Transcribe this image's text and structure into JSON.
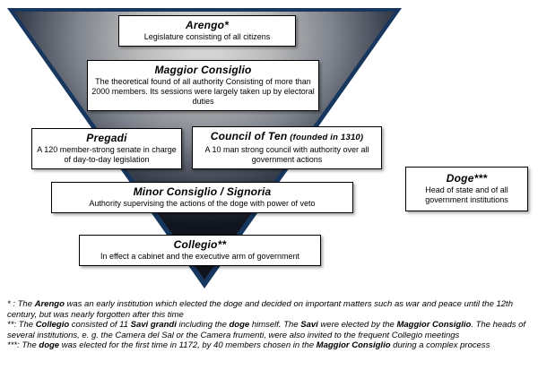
{
  "diagram": {
    "colors": {
      "triangle_edge": "#17375e",
      "triangle_light": "#e0e0e0",
      "triangle_dark": "#10151f",
      "box_border": "#000000",
      "box_background": "#ffffff"
    },
    "boxes": {
      "arengo": {
        "title": "Arengo*",
        "body": "Legislature consisting of all citizens"
      },
      "maggior_consiglio": {
        "title": "Maggior Consiglio",
        "body": "The theoretical found of all authority Consisting of more than 2000 members. Its sessions were largely taken up by electoral duties"
      },
      "pregadi": {
        "title": "Pregadi",
        "body": "A 120 member-strong senate in charge of day-to-day legislation"
      },
      "council_of_ten": {
        "title": "Council of Ten",
        "title_suffix": " (founded in 1310)",
        "body": "A 10 man strong council with authority over all government actions"
      },
      "minor_consiglio": {
        "title": "Minor Consiglio / Signoria",
        "body": "Authority supervising the actions of the doge with power of veto"
      },
      "collegio": {
        "title": "Collegio**",
        "body": "In effect a cabinet and the executive arm of government"
      },
      "doge": {
        "title": "Doge***",
        "body": "Head of state and of all government institutions"
      }
    }
  },
  "footnotes": [
    {
      "segments": [
        {
          "t": "* : The ",
          "b": false
        },
        {
          "t": "Arengo",
          "b": true
        },
        {
          "t": " was an early institution which elected the doge and decided on important matters such as war and peace until the 12th century, but was nearly forgotten after this time",
          "b": false
        }
      ]
    },
    {
      "segments": [
        {
          "t": "**: The ",
          "b": false
        },
        {
          "t": "Collegio",
          "b": true
        },
        {
          "t": " consisted of 11 ",
          "b": false
        },
        {
          "t": "Savi grandi",
          "b": true
        },
        {
          "t": " including the ",
          "b": false
        },
        {
          "t": "doge",
          "b": true
        },
        {
          "t": " himself. The ",
          "b": false
        },
        {
          "t": "Savi",
          "b": true
        },
        {
          "t": " were elected by the ",
          "b": false
        },
        {
          "t": "Maggior Consiglio",
          "b": true
        },
        {
          "t": ". The heads of several institutions, e. g. the Camera del Sal or the Camera frumenti, were also invited to the frequent Collegio meetings",
          "b": false
        }
      ]
    },
    {
      "segments": [
        {
          "t": "***: The ",
          "b": false
        },
        {
          "t": "doge",
          "b": true
        },
        {
          "t": " was elected for the first time in 1172, by 40 members chosen in the ",
          "b": false
        },
        {
          "t": "Maggior Consiglio",
          "b": true
        },
        {
          "t": " during a complex process",
          "b": false
        }
      ]
    }
  ]
}
